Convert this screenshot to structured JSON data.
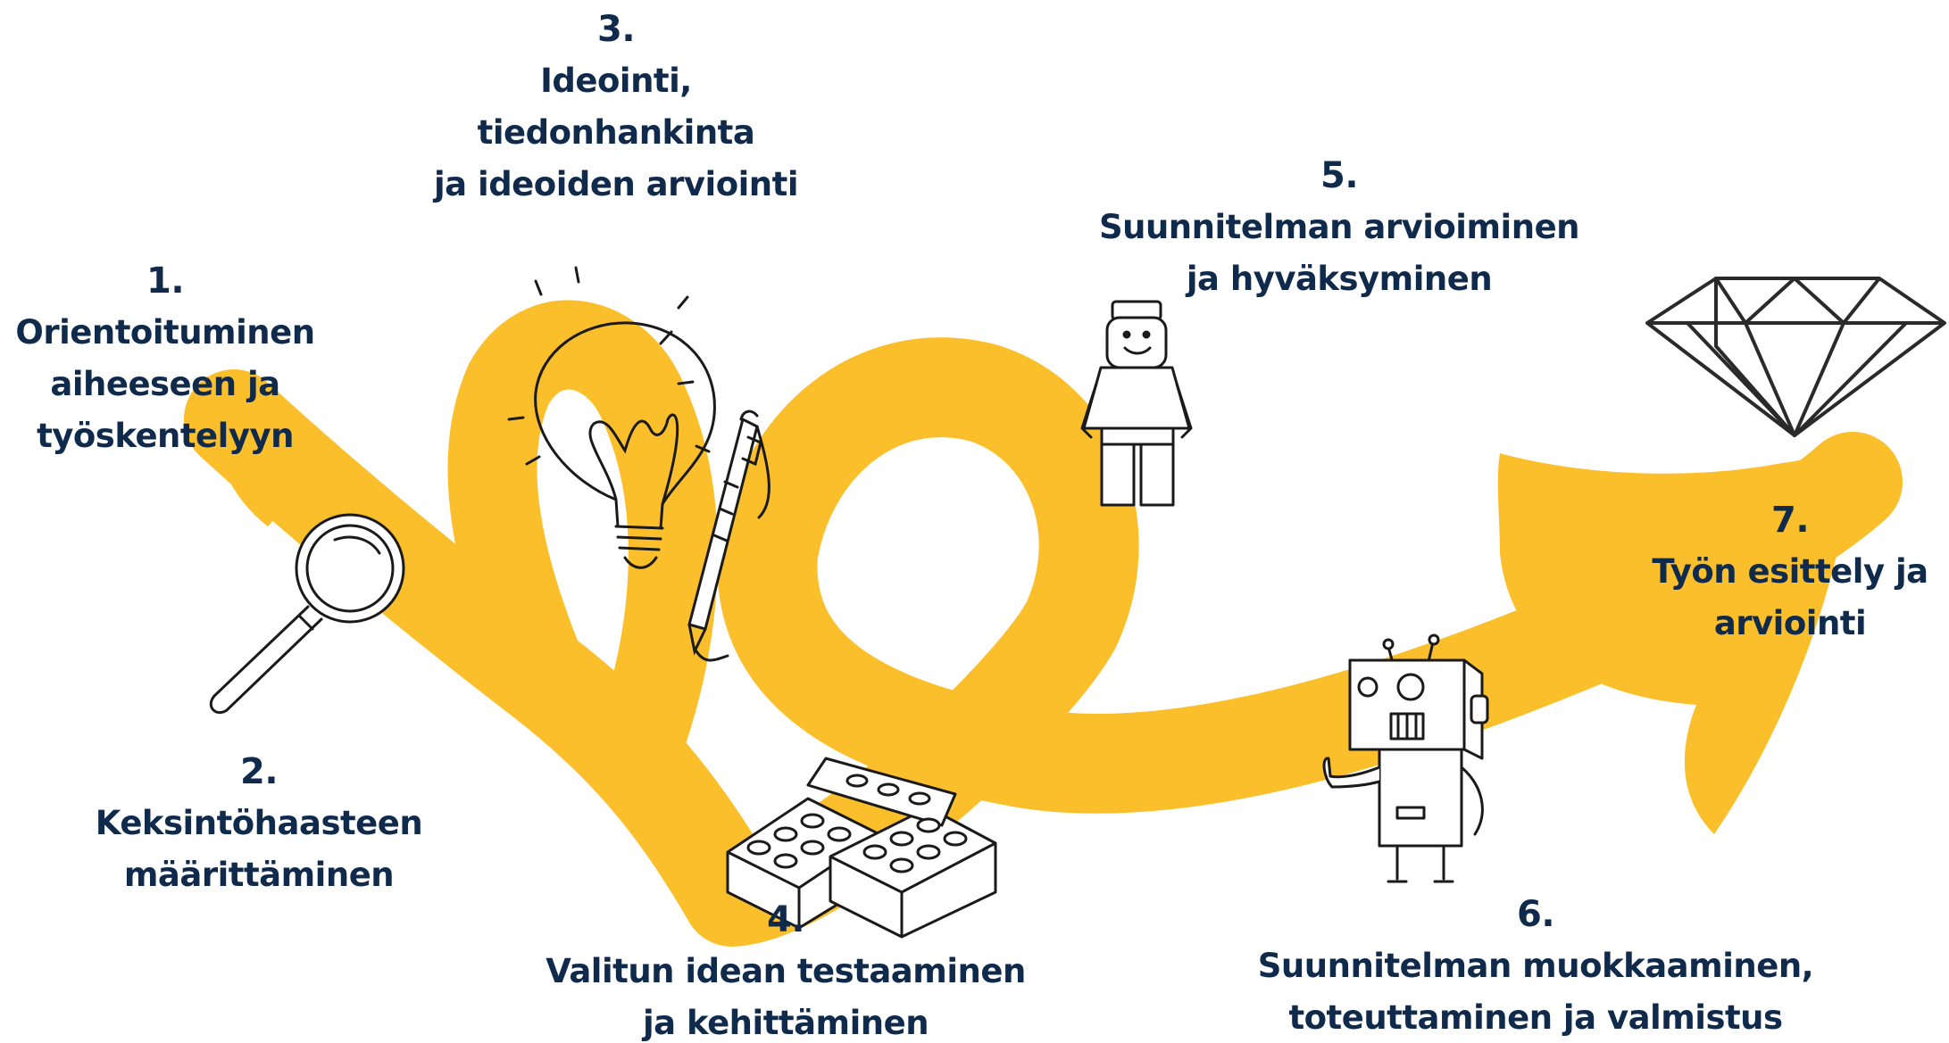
{
  "colors": {
    "ribbon": "#fbbf2c",
    "text": "#102a4c",
    "ink": "#1a1a1a"
  },
  "steps": [
    {
      "number": "1.",
      "lines": [
        "Orientoituminen",
        "aiheeseen ja",
        "työskentelyyn"
      ]
    },
    {
      "number": "2.",
      "lines": [
        "Keksintöhaasteen",
        "määrittäminen"
      ]
    },
    {
      "number": "3.",
      "lines": [
        "Ideointi,",
        "tiedonhankinta",
        "ja ideoiden arviointi"
      ]
    },
    {
      "number": "4.",
      "lines": [
        "Valitun idean testaaminen",
        "ja kehittäminen"
      ]
    },
    {
      "number": "5.",
      "lines": [
        "Suunnitelman arvioiminen",
        "ja hyväksyminen"
      ]
    },
    {
      "number": "6.",
      "lines": [
        "Suunnitelman muokkaaminen,",
        "toteuttaminen ja valmistus"
      ]
    },
    {
      "number": "7.",
      "lines": [
        "Työn esittely ja",
        "arviointi"
      ]
    }
  ],
  "icons": [
    "magnifying-glass-icon",
    "light-bulb-icon",
    "pen-icon",
    "lego-bricks-icon",
    "lego-minifigure-icon",
    "robot-icon",
    "diamond-icon"
  ]
}
